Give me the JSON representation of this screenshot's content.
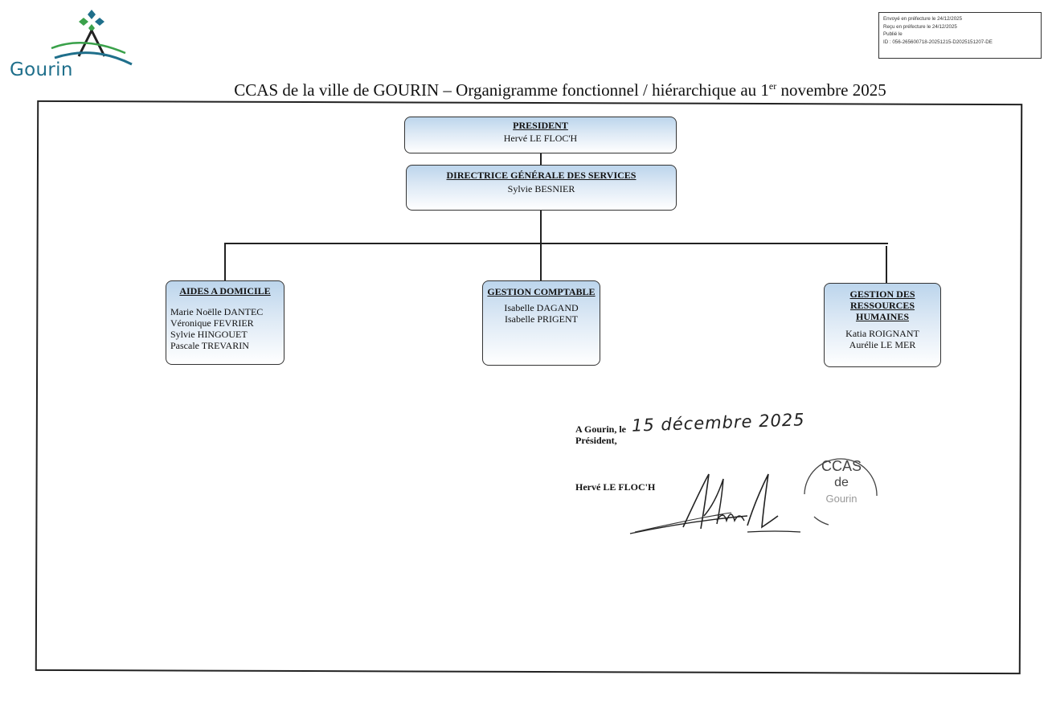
{
  "logo": {
    "wordmark": "Gourin"
  },
  "stamp": {
    "lines": [
      "Envoyé en préfecture le 24/12/2025",
      "Reçu en préfecture le 24/12/2025",
      "Publié le",
      "ID : 056-265600718-20251215-D2025151207-DE"
    ]
  },
  "title": {
    "main": "CCAS de la ville de GOURIN – Organigramme fonctionnel / hiérarchique au 1",
    "sup": "er",
    "end": " novembre 2025"
  },
  "org": {
    "president": {
      "heading": "PRESIDENT",
      "name": "Hervé LE FLOC'H"
    },
    "dgs": {
      "heading": "DIRECTRICE GÉNÉRALE DES SERVICES",
      "name": "Sylvie BESNIER"
    },
    "services": [
      {
        "heading": "AIDES A DOMICILE",
        "members": [
          "Marie Noëlle DANTEC",
          "Véronique FEVRIER",
          "Sylvie HINGOUET",
          "Pascale TREVARIN"
        ]
      },
      {
        "heading": "GESTION COMPTABLE",
        "members": [
          "Isabelle DAGAND",
          "Isabelle PRIGENT"
        ]
      },
      {
        "heading": "GESTION DES RESSOURCES HUMAINES",
        "heading_lines": [
          "GESTION DES",
          "RESSOURCES",
          "HUMAINES"
        ],
        "members": [
          "Katia ROIGNANT",
          "Aurélie LE MER"
        ]
      }
    ]
  },
  "signature_block": {
    "place_prefix": "A Gourin, le",
    "date_handwritten": "15 décembre 2025",
    "role": "Président,",
    "signer": "Hervé LE FLOC'H"
  },
  "seal": {
    "lines": [
      "CCAS",
      "de",
      "Gourin"
    ]
  },
  "colors": {
    "box_gradient_top": "#bcd5ec",
    "logo_blue": "#1f6f8b",
    "logo_green": "#3aa14a"
  }
}
